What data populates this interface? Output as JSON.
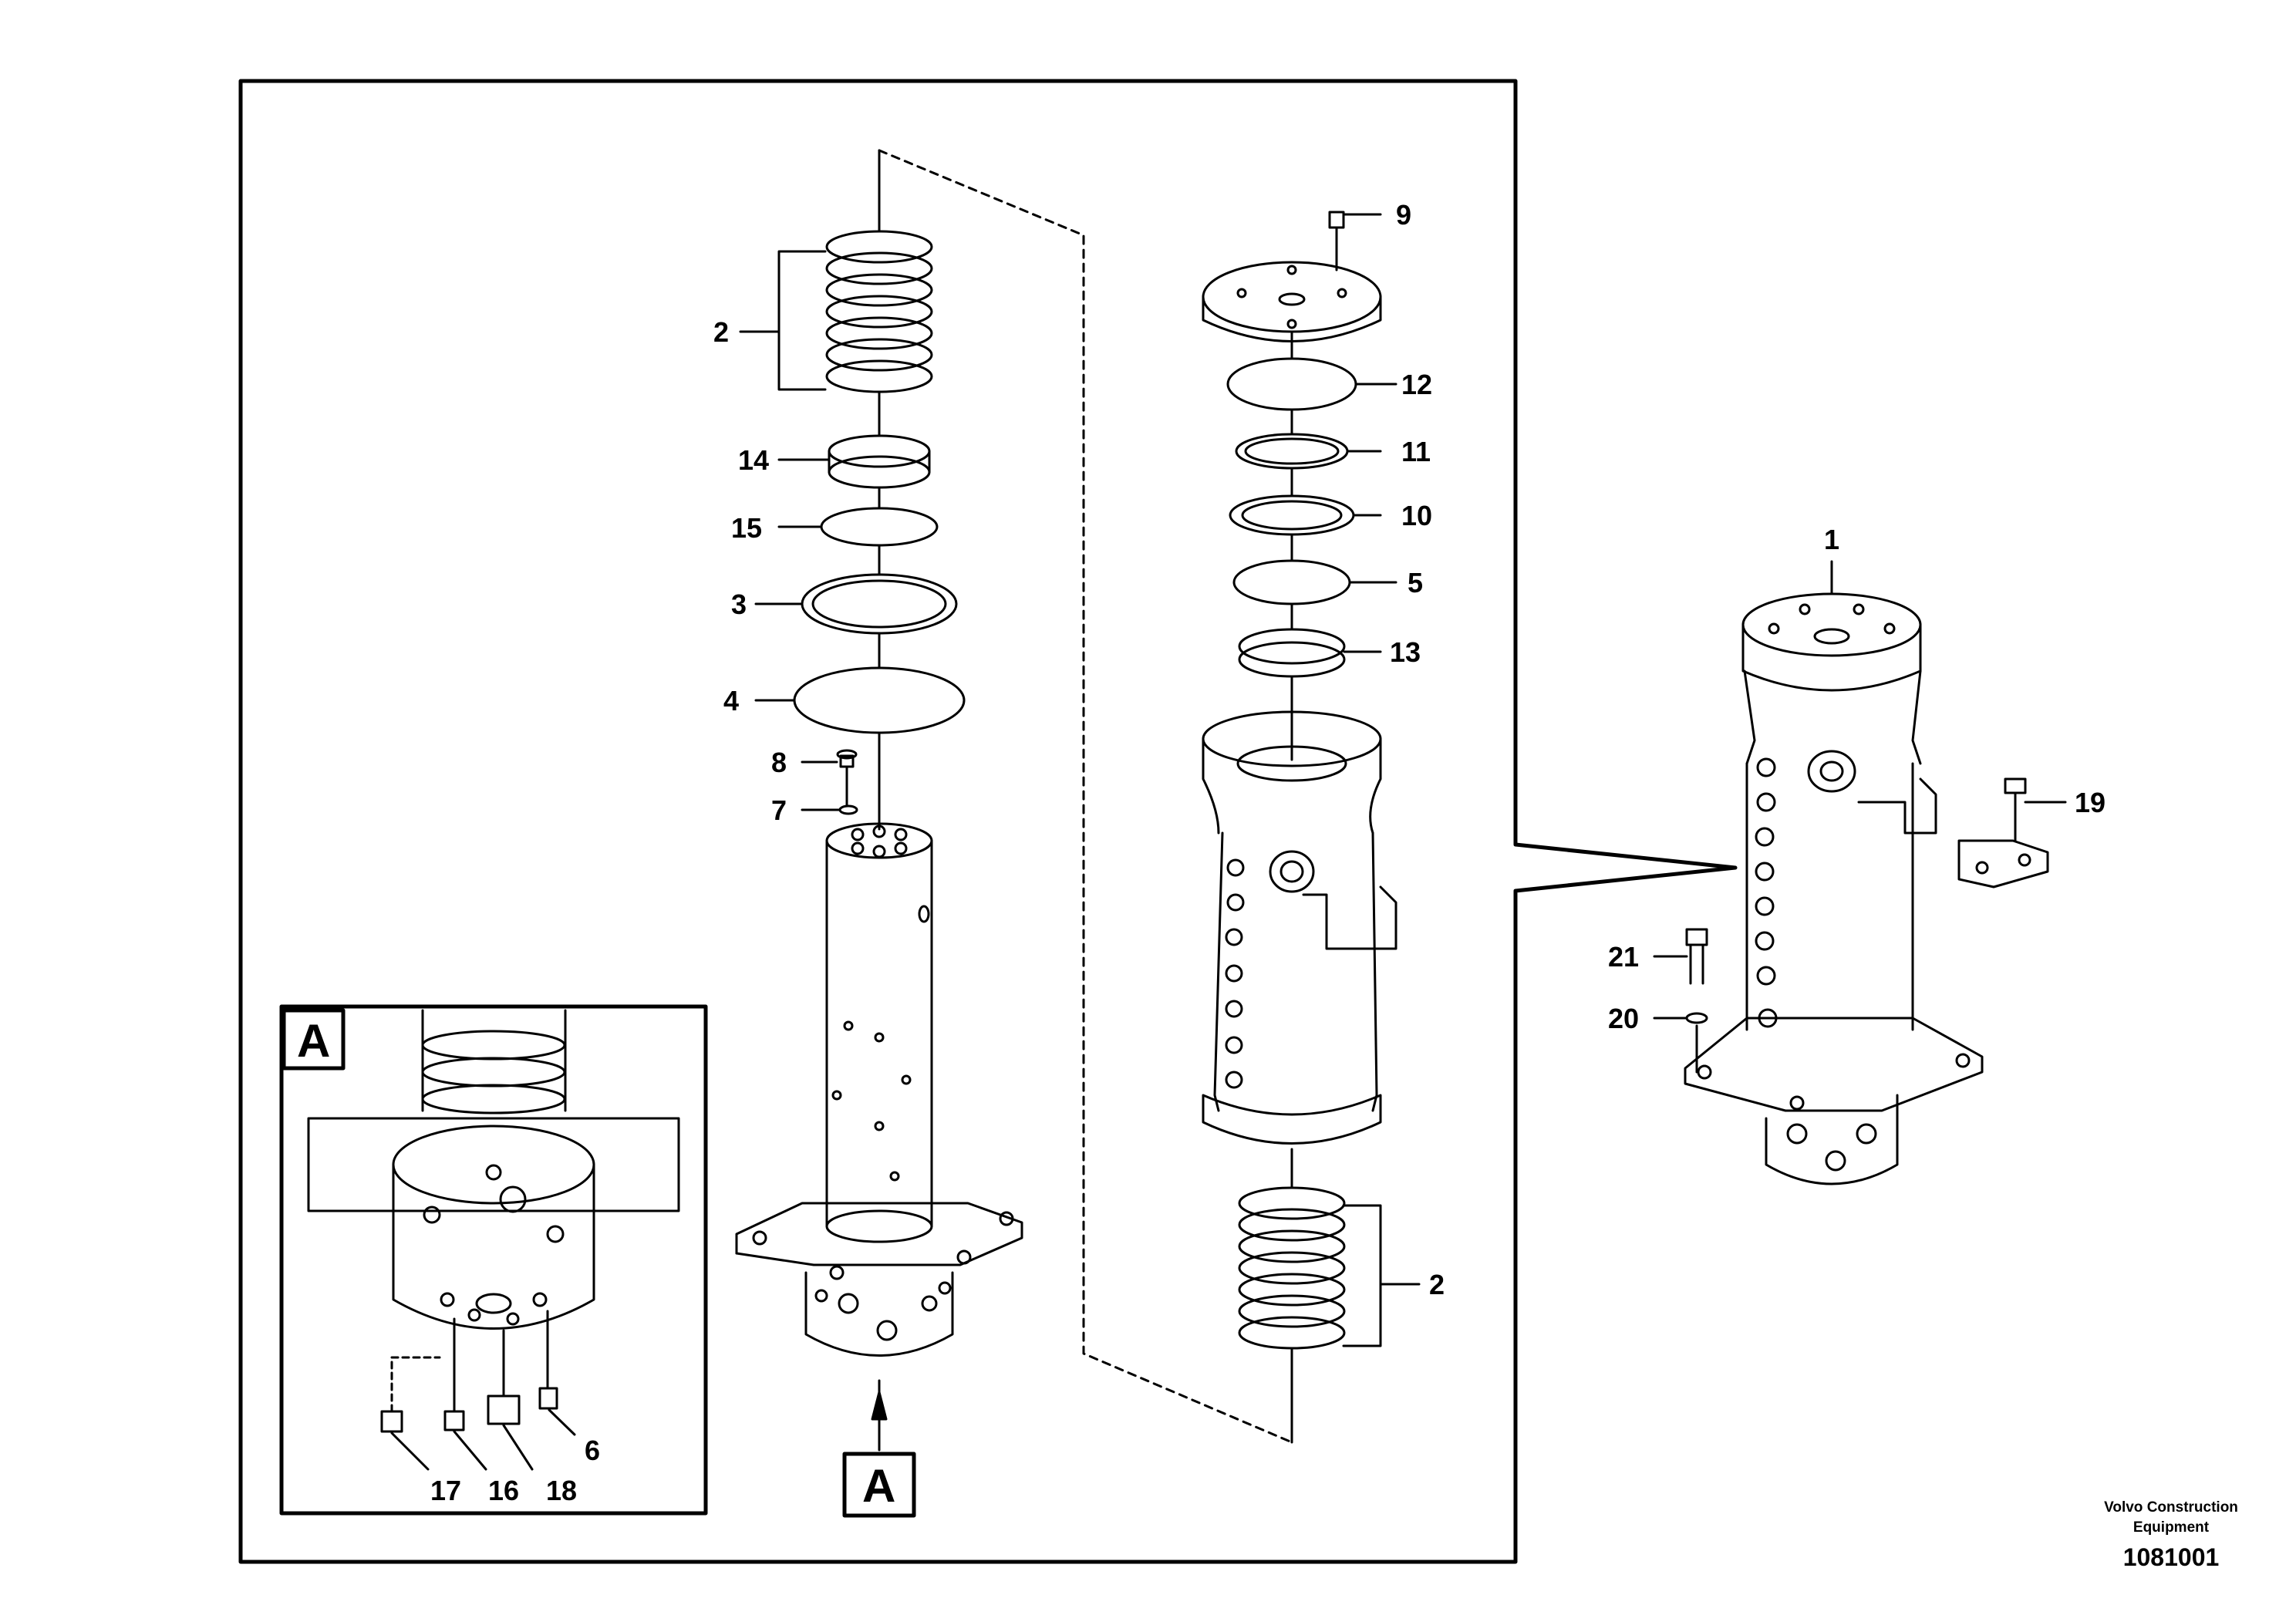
{
  "callouts": {
    "c1": "1",
    "c2_top": "2",
    "c2_bottom": "2",
    "c3": "3",
    "c4": "4",
    "c5": "5",
    "c6": "6",
    "c7": "7",
    "c8": "8",
    "c9": "9",
    "c10": "10",
    "c11": "11",
    "c12": "12",
    "c13": "13",
    "c14": "14",
    "c15": "15",
    "c16": "16",
    "c17": "17",
    "c18": "18",
    "c19": "19",
    "c20": "20",
    "c21": "21"
  },
  "views": {
    "detail_label": "A",
    "pointer_label": "A"
  },
  "footer": {
    "company_line1": "Volvo Construction",
    "company_line2": "Equipment",
    "drawing_id": "1081001"
  },
  "colors": {
    "ink": "#000000",
    "paper": "#ffffff"
  }
}
